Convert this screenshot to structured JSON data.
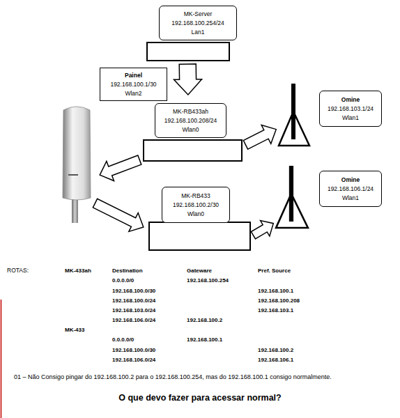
{
  "diagram": {
    "caption": "O que devo fazer para acessar normal?",
    "nodes": [
      {
        "text": [
          "MK-Server",
          "192.168.100.254/24",
          "Lan1"
        ]
      },
      {
        "text": [
          "Painel",
          "192.168.100.1/30",
          "Wlan2"
        ]
      },
      {
        "text": [
          "MK-RB433ah",
          "192.168.100.208/24",
          "Wlan0"
        ]
      },
      {
        "text": [
          "Omine",
          "192.168.103.1/24",
          "Wlan1"
        ]
      },
      {
        "text": [
          "MK-RB433",
          "192.168.100.2/30",
          "Wlan0"
        ]
      },
      {
        "text": [
          "Omine",
          "192.168.106.1/24",
          "Wlan1"
        ]
      }
    ],
    "edges": [
      {
        "from": 0,
        "to": 2,
        "arrow": "to"
      },
      {
        "from": 2,
        "to": 3,
        "arrow": "to"
      },
      {
        "from": 2,
        "to": 1,
        "arrow": "to"
      },
      {
        "from": 1,
        "to": 4,
        "arrow": "to"
      },
      {
        "from": 4,
        "to": 5,
        "arrow": "to"
      }
    ],
    "labels": [
      "ROTAS:",
      "MK-433ah",
      "Destination",
      "Gateware",
      "Pref. Source",
      "0.0.0.0/0",
      "192.168.100.254",
      "192.168.100.0/30",
      "192.168.100.1",
      "192.168.100.0/24",
      "192.168.100.208",
      "192.168.103.0/24",
      "192.168.103.1",
      "192.168.106.0/24",
      "192.168.100.2",
      "MK-433",
      "0.0.0.0/0",
      "192.168.100.1",
      "192.168.100.0/30",
      "192.168.100.2",
      "192.168.106.0/24",
      "192.168.106.1",
      "01 – Não Consigo pingar do 192.168.100.2 para o 192.168.100.254, mas do 192.168.100.1 consigo normalmente."
    ]
  }
}
